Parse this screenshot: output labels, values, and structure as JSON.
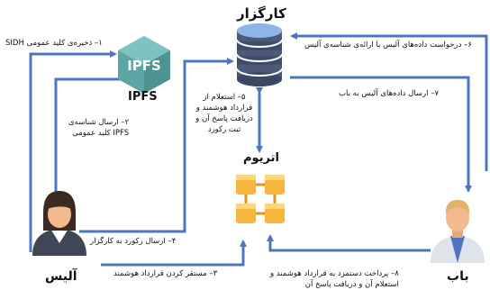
{
  "nodes": {
    "ipfs": {
      "logo_text": "IPFS",
      "label": "IPFS",
      "color": "#5ea6a5"
    },
    "employer": {
      "label": "کارگزار",
      "color": "#4d5d7a"
    },
    "ethereum": {
      "label": "اتریوم",
      "color": "#f6b73c"
    },
    "alice": {
      "label": "آلیس"
    },
    "bob": {
      "label": "باب"
    }
  },
  "edges": [
    {
      "id": "e1",
      "text": "۱– ذخیره‌ی کلید عمومی SIDH"
    },
    {
      "id": "e2",
      "line1": "۲– ارسال شناسه‌ی",
      "line2": "IPFS کلید عمومی"
    },
    {
      "id": "e3",
      "text": "۳– مستقر کردن قرارداد هوشمند"
    },
    {
      "id": "e4",
      "text": "۴– ارسال رکورد به کارگزار"
    },
    {
      "id": "e5",
      "text": "۵– استعلام از قرارداد هوشمند و دریافت پاسخ آن و ثبت رکورد"
    },
    {
      "id": "e6",
      "text": "۶– درخواست داده‌های آلیس با ارائه‌ی شناسه‌ی آلیس"
    },
    {
      "id": "e7",
      "text": "۷– ارسال داده‌های آلیس به باب"
    },
    {
      "id": "e8",
      "line1": "۸– پرداخت دستمزد به قرارداد هوشمند و",
      "line2": "استعلام آن و دریافت پاسخ آن"
    }
  ],
  "colors": {
    "arrow": "#4f74c4"
  }
}
